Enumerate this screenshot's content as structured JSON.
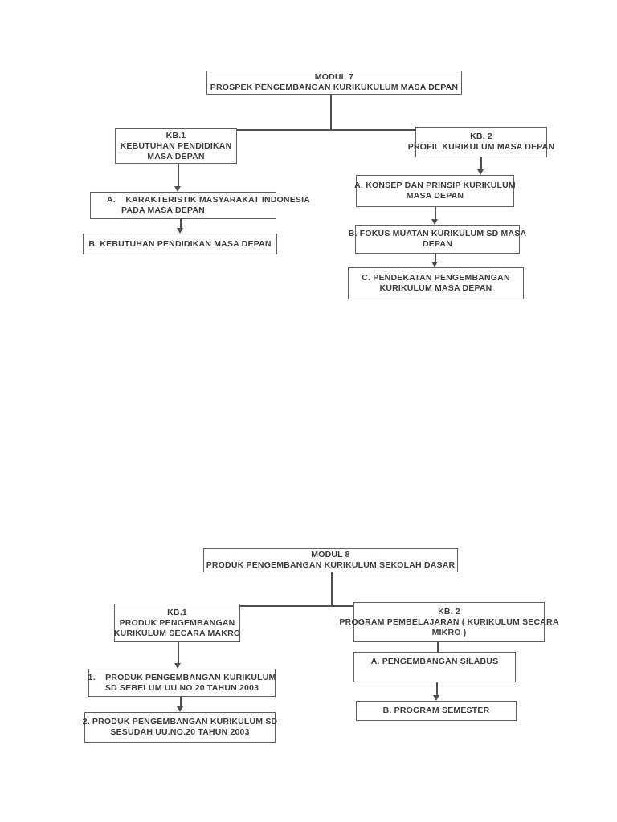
{
  "colors": {
    "border": "#5f5f5f",
    "text": "#3c3c3c",
    "line": "#4f4f4f"
  },
  "modul7": {
    "title": [
      "MODUL 7",
      "PROSPEK PENGEMBANGAN KURIKUKULUM MASA DEPAN"
    ],
    "kb1": [
      "KB.1",
      "KEBUTUHAN PENDIDIKAN",
      "MASA DEPAN"
    ],
    "kb2": [
      "KB. 2",
      "PROFIL KURIKULUM MASA DEPAN"
    ],
    "kb1_children": {
      "a": [
        "A.    KARAKTERISTIK MASYARAKAT INDONESIA",
        "PADA MASA DEPAN"
      ],
      "b": [
        "B. KEBUTUHAN PENDIDIKAN MASA DEPAN"
      ]
    },
    "kb2_children": {
      "a": [
        "A. KONSEP DAN PRINSIP KURIKULUM",
        "MASA DEPAN"
      ],
      "b": [
        "B. FOKUS MUATAN KURIKULUM SD MASA",
        "DEPAN"
      ],
      "c": [
        "C. PENDEKATAN PENGEMBANGAN",
        "KURIKULUM MASA DEPAN"
      ]
    }
  },
  "modul8": {
    "title": [
      "MODUL 8",
      "PRODUK PENGEMBANGAN KURIKULUM SEKOLAH DASAR"
    ],
    "kb1": [
      "KB.1",
      "PRODUK PENGEMBANGAN",
      "KURIKULUM SECARA MAKRO"
    ],
    "kb2": [
      "KB. 2",
      "PROGRAM PEMBELAJARAN ( KURIKULUM SECARA",
      "MIKRO )"
    ],
    "kb1_children": {
      "item1": [
        "1.    PRODUK PENGEMBANGAN KURIKULUM",
        "SD SEBELUM UU.NO.20 TAHUN 2003"
      ],
      "item2": [
        "2. PRODUK PENGEMBANGAN KURIKULUM SD",
        "SESUDAH UU.NO.20 TAHUN 2003"
      ]
    },
    "kb2_children": {
      "a": [
        "A. PENGEMBANGAN SILABUS"
      ],
      "b": [
        "B. PROGRAM SEMESTER"
      ]
    }
  }
}
